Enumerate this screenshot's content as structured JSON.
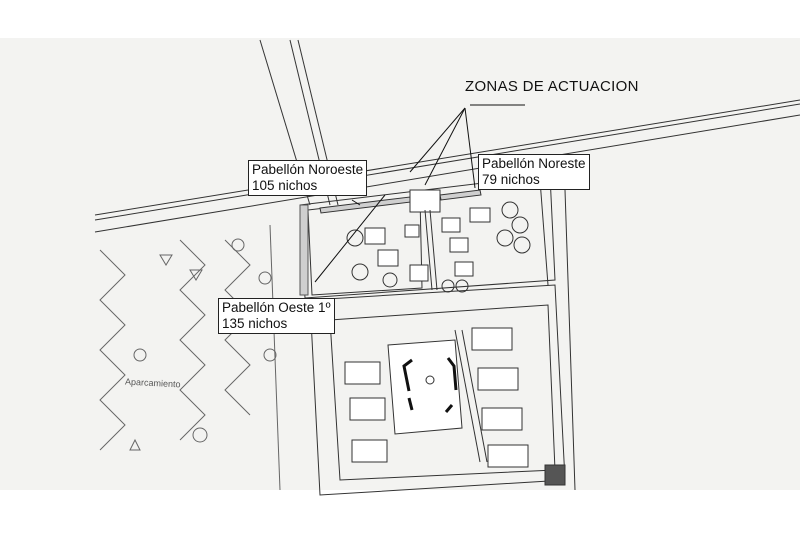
{
  "title": "ZONAS DE ACTUACION",
  "labels": [
    {
      "name": "Pabellón Noroeste",
      "count": "105 nichos"
    },
    {
      "name": "Pabellón Noreste",
      "count": "79 nichos"
    },
    {
      "name": "Pabellón Oeste 1º",
      "count": "135 nichos"
    }
  ],
  "parking_label": "Aparcamiento",
  "colors": {
    "paper": "#f3f3f1",
    "ink": "#222222",
    "zone_fill": "#cfcfcf"
  }
}
